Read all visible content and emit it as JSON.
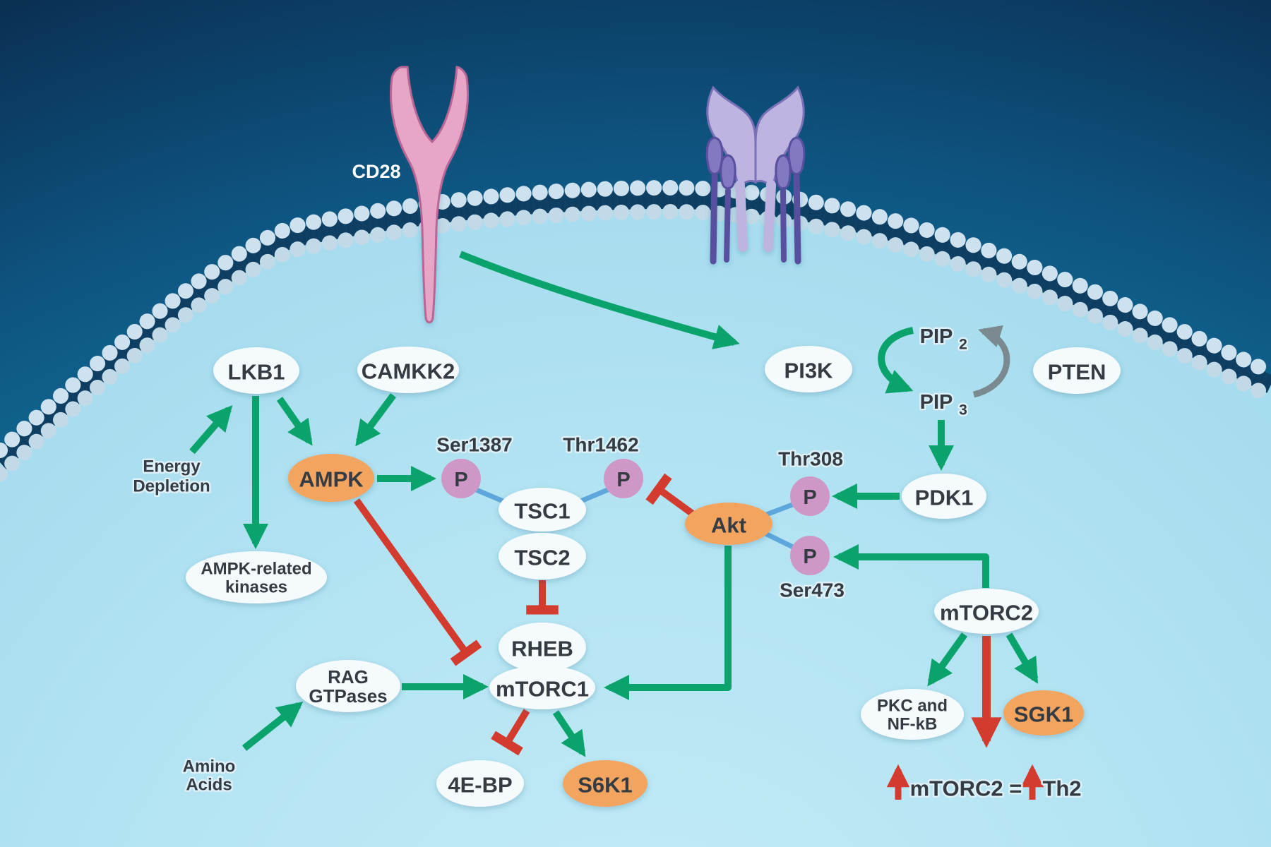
{
  "colors": {
    "activation": "#0ba36c",
    "inhibition": "#d23b2e",
    "reverse": "#7b8a90",
    "connector": "#5ea7dc",
    "phospho": "#cf97c6",
    "node": "#f5fafc",
    "emphasis": "#f3a45f",
    "text": "#343b42",
    "cell": "#a9def0",
    "outside_deep": "#0a2d50",
    "outside_mid": "#116b99",
    "membrane_bead": "#cde2ee",
    "membrane_core": "#0f4064",
    "cd28": "#e8a6c7",
    "tcr_light": "#bdb5df",
    "tcr_dark": "#8279c2"
  },
  "receptors": {
    "cd28_label": "CD28"
  },
  "nodes": {
    "lkb1": "LKB1",
    "camkk2": "CAMKK2",
    "pi3k": "PI3K",
    "pten": "PTEN",
    "pdk1": "PDK1",
    "tsc1": "TSC1",
    "tsc2": "TSC2",
    "rheb": "RHEB",
    "mtorc1": "mTORC1",
    "mtorc2": "mTORC2",
    "akt": "Akt",
    "ampk": "AMPK",
    "s6k1": "S6K1",
    "sgk1": "SGK1",
    "four_ebp": "4E-BP",
    "pkc_nfkb": {
      "line1": "PKC and",
      "line2": "NF-kB"
    },
    "ampk_related": {
      "line1": "AMPK-related",
      "line2": "kinases"
    },
    "rag": {
      "line1": "RAG",
      "line2": "GTPases"
    }
  },
  "inputs": {
    "energy": {
      "line1": "Energy",
      "line2": "Depletion"
    },
    "amino": {
      "line1": "Amino",
      "line2": "Acids"
    }
  },
  "metabolites": {
    "pip2": {
      "base": "PIP",
      "sub": "2"
    },
    "pip3": {
      "base": "PIP",
      "sub": "3"
    }
  },
  "phospho": {
    "p": "P",
    "ser1387": "Ser1387",
    "thr1462": "Thr1462",
    "thr308": "Thr308",
    "ser473": "Ser473"
  },
  "caption": {
    "mtorc2_eq": "mTORC2 =",
    "th2": "Th2"
  }
}
